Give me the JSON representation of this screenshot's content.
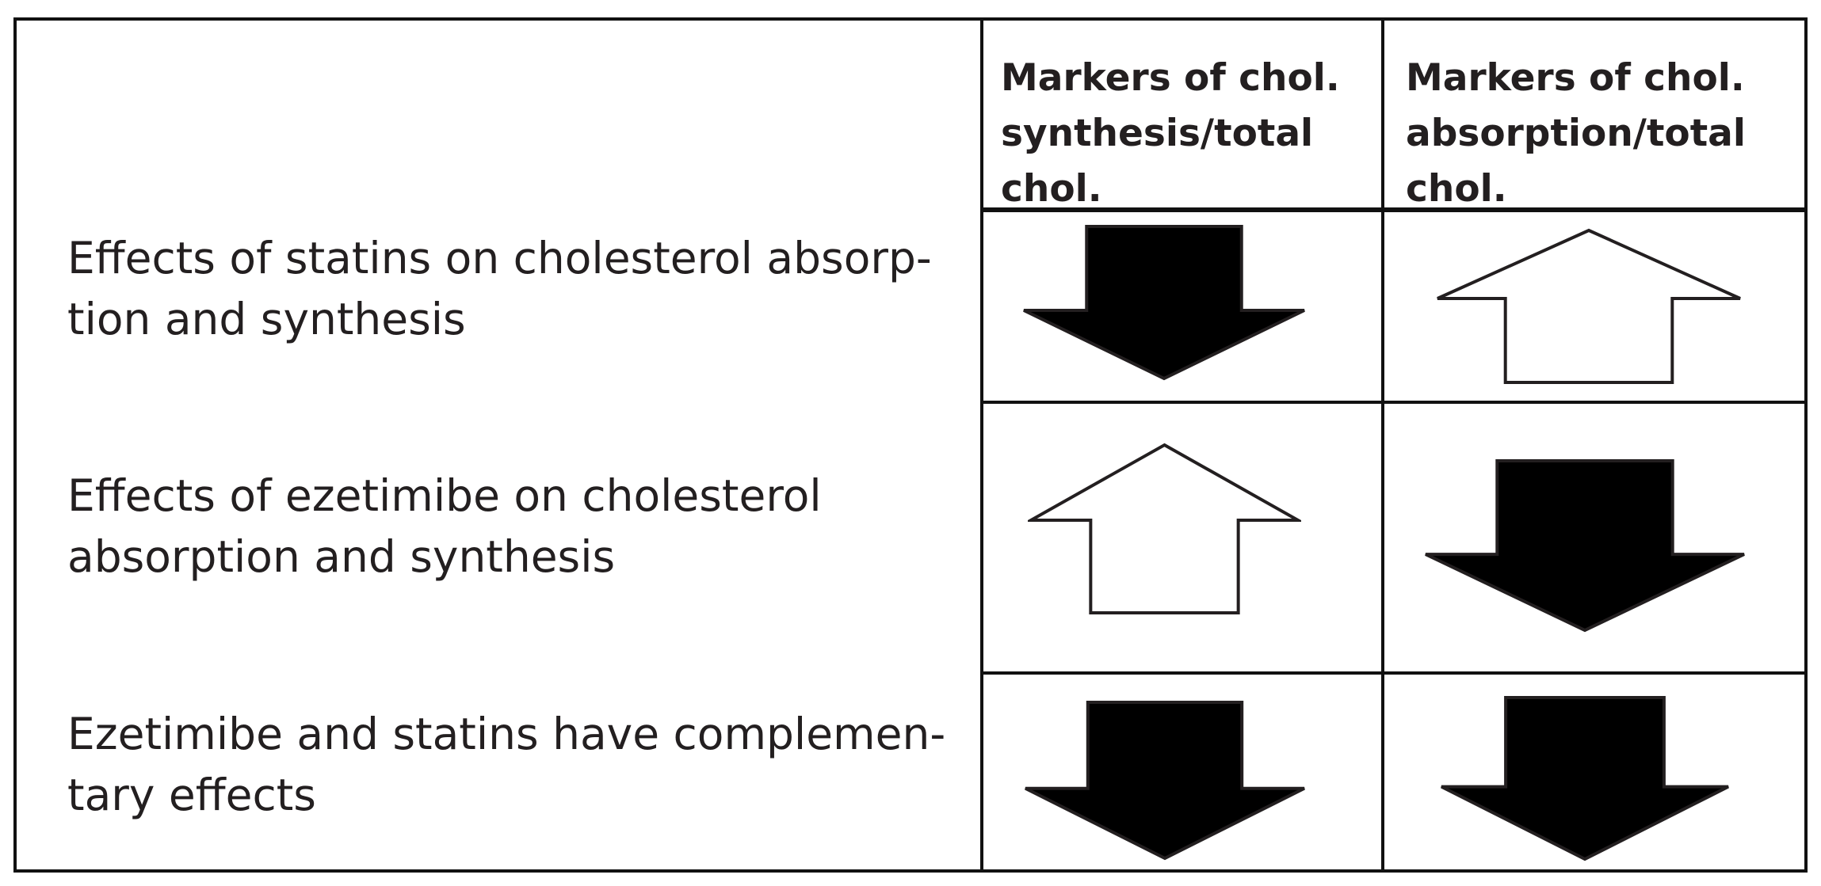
{
  "table": {
    "columns": [
      {
        "line1": "Markers of chol.",
        "line2": "synthesis/total chol."
      },
      {
        "line1": "Markers of chol.",
        "line2": "absorption/total chol."
      }
    ],
    "rows": [
      {
        "line1": "Effects of statins on cholesterol absorp-",
        "line2": "tion and synthesis",
        "synthesis": {
          "direction": "down",
          "fill": "black"
        },
        "absorption": {
          "direction": "up",
          "fill": "white"
        }
      },
      {
        "line1": "Effects of ezetimibe on cholesterol",
        "line2": "absorption and synthesis",
        "synthesis": {
          "direction": "up",
          "fill": "white"
        },
        "absorption": {
          "direction": "down",
          "fill": "black"
        }
      },
      {
        "line1": "Ezetimibe and statins have complemen-",
        "line2": "tary effects",
        "synthesis": {
          "direction": "down",
          "fill": "black"
        },
        "absorption": {
          "direction": "down",
          "fill": "black"
        }
      }
    ]
  },
  "colors": {
    "line": "#111111",
    "text": "#231f20",
    "filled_arrow": "#000000",
    "open_arrow": "#ffffff"
  }
}
